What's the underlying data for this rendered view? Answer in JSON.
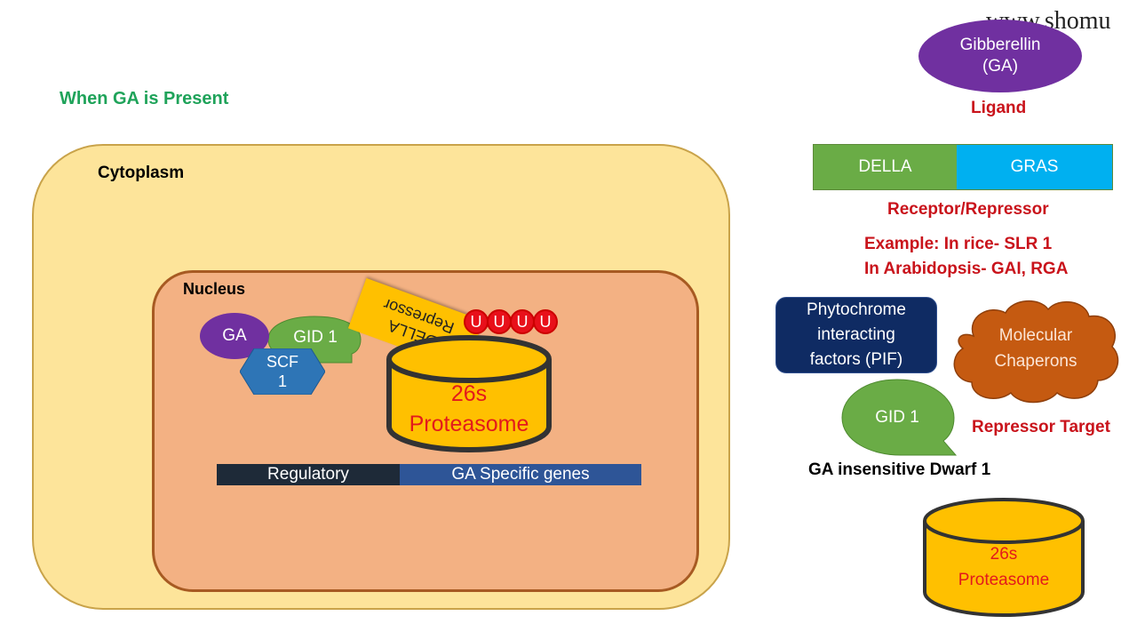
{
  "watermark": "www.shomu",
  "title": "When GA is Present",
  "cell": {
    "cytoplasm_label": "Cytoplasm",
    "nucleus_label": "Nucleus",
    "ga_label": "GA",
    "gid1_label": "GID 1",
    "scf_label_line1": "SCF",
    "scf_label_line2": "1",
    "repressor_label": "DELLA Repressor",
    "ubiquitin_labels": [
      "U",
      "U",
      "U",
      "U"
    ],
    "proteasome_line1": "26s",
    "proteasome_line2": "Proteasome",
    "genes": {
      "regulatory": "Regulatory",
      "ga_specific": "GA Specific genes"
    }
  },
  "legend": {
    "gibberellin_line1": "Gibberellin",
    "gibberellin_line2": "(GA)",
    "ligand_label": "Ligand",
    "della_label": "DELLA",
    "gras_label": "GRAS",
    "receptor_label": "Receptor/Repressor",
    "example_line1": "Example: In rice- SLR 1",
    "example_line2": "In Arabidopsis- GAI, RGA",
    "pif_line1": "Phytochrome",
    "pif_line2": "interacting",
    "pif_line3": "factors (PIF)",
    "chaperon_line1": "Molecular",
    "chaperon_line2": "Chaperons",
    "gid1_label": "GID 1",
    "repressor_target_label": "Repressor Target",
    "gid1_full": "GA insensitive Dwarf 1",
    "proteasome_line1": "26s",
    "proteasome_line2": "Proteasome"
  },
  "colors": {
    "title_green": "#1fa35a",
    "label_red": "#c9131b",
    "ga_purple": "#7030a0",
    "gid_green": "#6aac46",
    "scf_blue": "#2e75b6",
    "proteasome_yellow": "#ffc000",
    "ubiquitin_red": "#e8101a",
    "chaperon_orange": "#c55a11",
    "pif_navy": "#0f2b63",
    "gras_cyan": "#00b0f0"
  }
}
